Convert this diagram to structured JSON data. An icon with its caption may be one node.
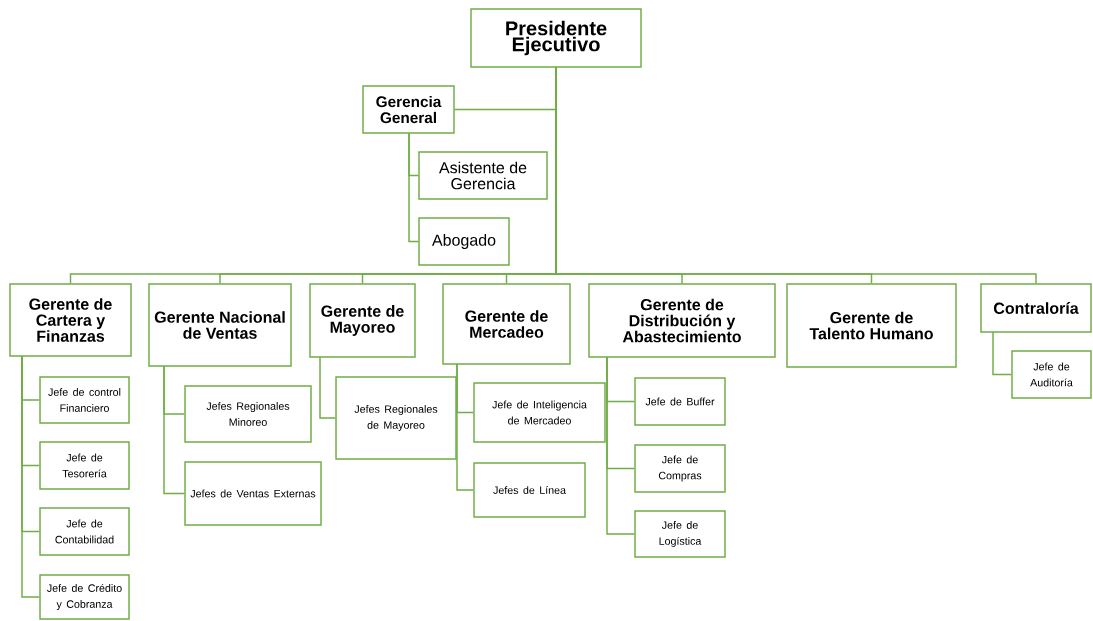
{
  "diagram": {
    "nodes": [
      {
        "text": [
          "Presidente Ejecutivo"
        ]
      },
      {
        "text": [
          "Gerencia General"
        ]
      },
      {
        "text": [
          "Asistente de Gerencia"
        ]
      },
      {
        "text": [
          "Abogado"
        ]
      },
      {
        "text": [
          "Gerente de Cartera y Finanzas"
        ]
      },
      {
        "text": [
          "Gerente Nacional de Ventas"
        ]
      },
      {
        "text": [
          "Gerente de Mayoreo"
        ]
      },
      {
        "text": [
          "Gerente de Mercadeo"
        ]
      },
      {
        "text": [
          "Gerente de Distribución y Abastecimiento"
        ]
      },
      {
        "text": [
          "Gerente de Talento Humano"
        ]
      },
      {
        "text": [
          "Contraloría"
        ]
      },
      {
        "text": [
          "Jefe de control Financiero"
        ]
      },
      {
        "text": [
          "Jefe de Tesorería"
        ]
      },
      {
        "text": [
          "Jefe de Contabilidad"
        ]
      },
      {
        "text": [
          "Jefe de Crédito y Cobranza"
        ]
      },
      {
        "text": [
          "Jefes Regionales Minoreo"
        ]
      },
      {
        "text": [
          "Jefes de Ventas Externas"
        ]
      },
      {
        "text": [
          "Jefes Regionales de Mayoreo"
        ]
      },
      {
        "text": [
          "Jefe de Inteligencia de Mercadeo"
        ]
      },
      {
        "text": [
          "Jefes de Línea"
        ]
      },
      {
        "text": [
          "Jefe de Buffer"
        ]
      },
      {
        "text": [
          "Jefe de Compras"
        ]
      },
      {
        "text": [
          "Jefe de Logística"
        ]
      },
      {
        "text": [
          "Jefe de Auditoría"
        ]
      }
    ],
    "edges": [
      {
        "from": 0,
        "to": 1,
        "arrow": "none"
      },
      {
        "from": 1,
        "to": 2,
        "arrow": "none"
      },
      {
        "from": 1,
        "to": 3,
        "arrow": "none"
      },
      {
        "from": 0,
        "to": 4,
        "arrow": "none"
      },
      {
        "from": 0,
        "to": 5,
        "arrow": "none"
      },
      {
        "from": 0,
        "to": 6,
        "arrow": "none"
      },
      {
        "from": 0,
        "to": 7,
        "arrow": "none"
      },
      {
        "from": 0,
        "to": 8,
        "arrow": "none"
      },
      {
        "from": 0,
        "to": 9,
        "arrow": "none"
      },
      {
        "from": 0,
        "to": 10,
        "arrow": "none"
      },
      {
        "from": 4,
        "to": 11,
        "arrow": "none"
      },
      {
        "from": 4,
        "to": 12,
        "arrow": "none"
      },
      {
        "from": 4,
        "to": 13,
        "arrow": "none"
      },
      {
        "from": 4,
        "to": 14,
        "arrow": "none"
      },
      {
        "from": 5,
        "to": 15,
        "arrow": "none"
      },
      {
        "from": 5,
        "to": 16,
        "arrow": "none"
      },
      {
        "from": 6,
        "to": 17,
        "arrow": "none"
      },
      {
        "from": 7,
        "to": 18,
        "arrow": "none"
      },
      {
        "from": 7,
        "to": 19,
        "arrow": "none"
      },
      {
        "from": 8,
        "to": 20,
        "arrow": "none"
      },
      {
        "from": 8,
        "to": 21,
        "arrow": "none"
      },
      {
        "from": 8,
        "to": 22,
        "arrow": "none"
      },
      {
        "from": 10,
        "to": 23,
        "arrow": "none"
      }
    ]
  }
}
